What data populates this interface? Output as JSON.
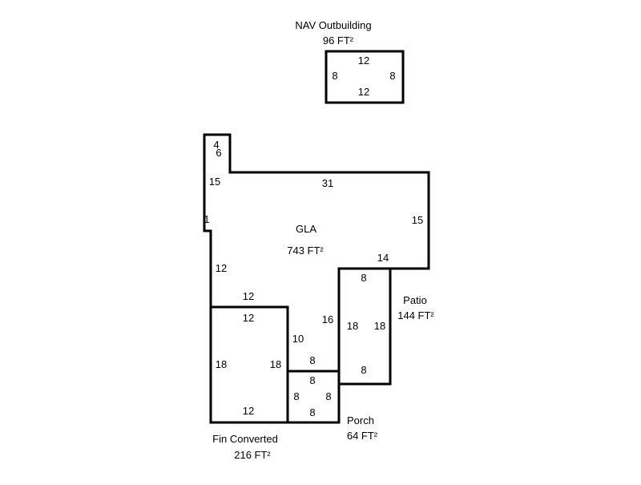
{
  "areas": {
    "nav": {
      "name": "NAV Outbuilding",
      "area": "96 FT²",
      "dims": [
        "12",
        "8",
        "8",
        "12"
      ]
    },
    "gla": {
      "name": "GLA",
      "area": "743 FT²",
      "dims": [
        "4",
        "6",
        "15",
        "31",
        "1",
        "15",
        "12",
        "14",
        "12",
        "16",
        "10",
        "8"
      ]
    },
    "fin": {
      "name": "Fin Converted",
      "area": "216 FT²",
      "dims": [
        "12",
        "18",
        "18",
        "12"
      ]
    },
    "porch": {
      "name": "Porch",
      "area": "64 FT²",
      "dims": [
        "8",
        "8",
        "8",
        "8"
      ]
    },
    "patio": {
      "name": "Patio",
      "area": "144 FT²",
      "dims": [
        "8",
        "18",
        "18",
        "8"
      ]
    }
  }
}
